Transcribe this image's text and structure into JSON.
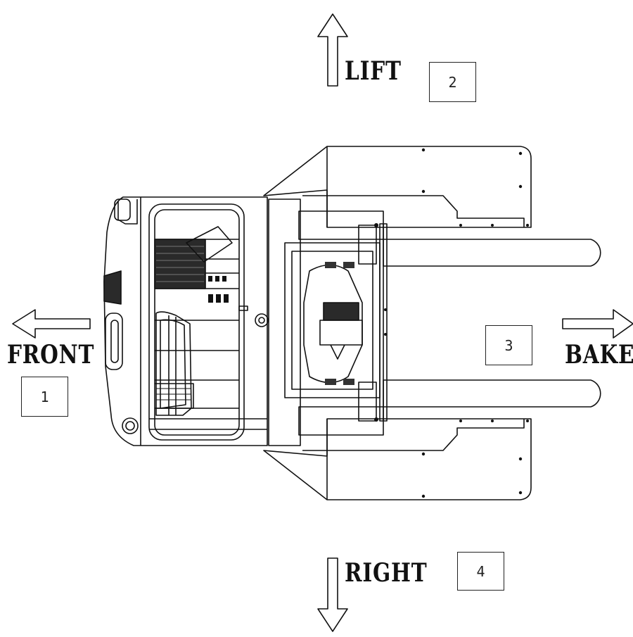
{
  "labels": {
    "front": "FRONT",
    "lift": "LIFT",
    "bake": "BAKE",
    "right": "RIGHT"
  },
  "markers": {
    "front": "1",
    "lift": "2",
    "bake": "3",
    "right": "4"
  },
  "colors": {
    "line": "#111111",
    "dark_fill": "#2a2a2a",
    "mid_fill": "#555555",
    "background": "#ffffff"
  }
}
